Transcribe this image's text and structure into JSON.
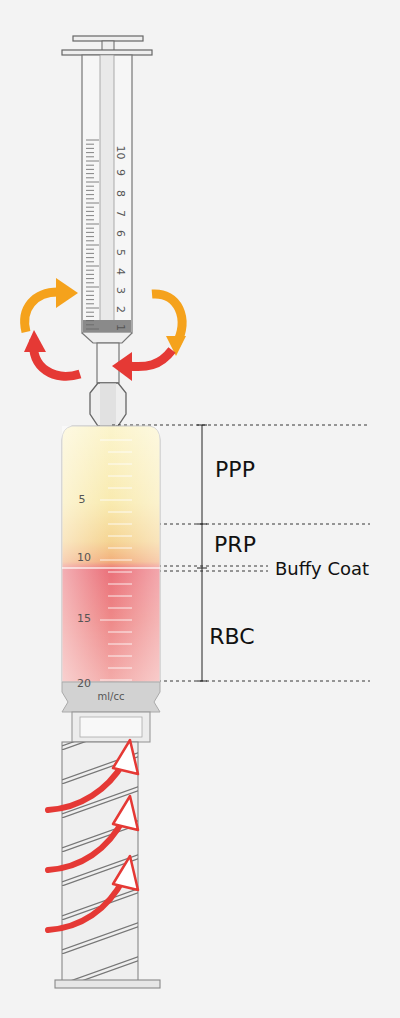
{
  "diagram": {
    "labels": [
      "10",
      "9",
      "8",
      "7",
      "6",
      "5",
      "4",
      "3",
      "2",
      "1",
      "5",
      "10",
      "15",
      "20",
      "ml/cc",
      "PPP",
      "PRP",
      "Buffy Coat",
      "RBC"
    ]
  }
}
